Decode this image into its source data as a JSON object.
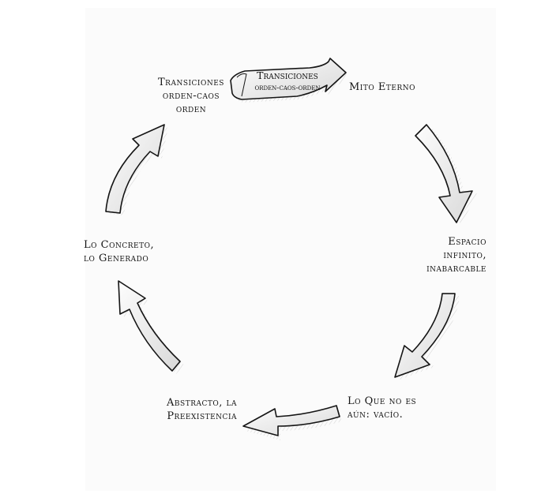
{
  "banner": {
    "line1": "Transiciones",
    "line2": "orden-caos-orden"
  },
  "labels": {
    "top_left": [
      "Transiciones",
      "orden-caos",
      "orden"
    ],
    "top_right": [
      "Mito Eterno"
    ],
    "right": [
      "Espacio",
      "infinito,",
      "inabarcable"
    ],
    "bottom_right": [
      "Lo Que no es",
      "aún: vacío."
    ],
    "bottom_left": [
      "Abstracto, la",
      "Preexistencia"
    ],
    "left": [
      "Lo Concreto,",
      "lo Generado"
    ]
  },
  "colors": {
    "ink": "#151515",
    "arrow_fill": "#f4f4f4",
    "arrow_shade": "#9a9a9a"
  }
}
